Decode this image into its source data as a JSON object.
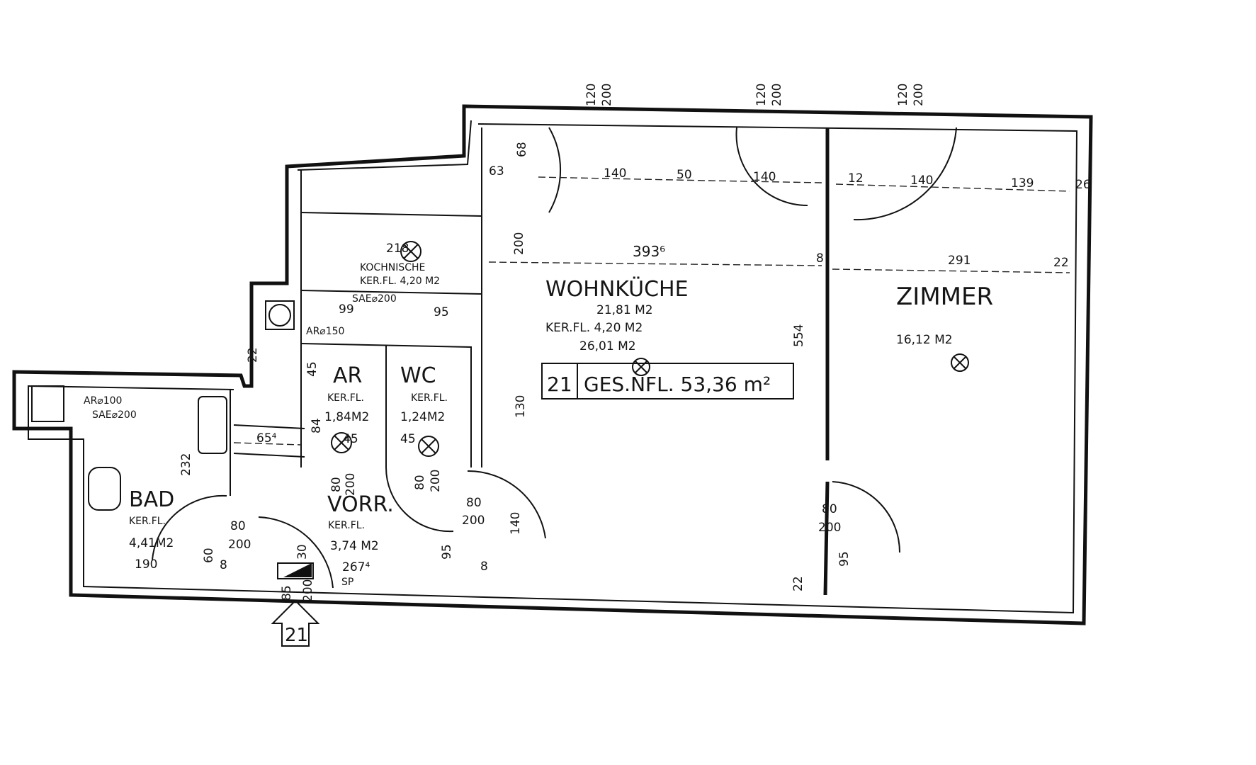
{
  "plan": {
    "unit_number": "21",
    "total_label": "GES.NFL. 53,36 m²",
    "entrance_label": "21",
    "colors": {
      "ink": "#111111",
      "paper": "#ffffff"
    }
  },
  "rooms": {
    "wohnkueche": {
      "name": "WOHNKÜCHE",
      "area": "21,81 M2",
      "floor": "KER.FL.  4,20 M2",
      "total": "26,01 M2"
    },
    "zimmer": {
      "name": "ZIMMER",
      "area": "16,12 M2"
    },
    "kochnische": {
      "name": "KOCHNISCHE",
      "floor": "KER.FL. 4,20 M2"
    },
    "ar": {
      "name": "AR",
      "floor": "KER.FL.",
      "area": "1,84M2"
    },
    "wc": {
      "name": "WC",
      "floor": "KER.FL.",
      "area": "1,24M2"
    },
    "bad": {
      "name": "BAD",
      "floor": "KER.FL.",
      "area": "4,41M2",
      "dim": "190"
    },
    "vorr": {
      "name": "VORR.",
      "floor": "KER.FL.",
      "area": "3,74 M2",
      "dim": "267⁴"
    }
  },
  "dims": [
    "140",
    "50",
    "140",
    "12",
    "140",
    "139",
    "26",
    "393⁶",
    "291",
    "22",
    "8",
    "554",
    "200",
    "130",
    "140",
    "95",
    "8",
    "80",
    "200",
    "80",
    "200",
    "95",
    "22",
    "120",
    "200",
    "120",
    "200",
    "120",
    "200",
    "63",
    "68",
    "218",
    "99",
    "95",
    "SAE⌀200",
    "AR⌀150",
    "AR⌀100",
    "SAE⌀200",
    "65⁴",
    "84",
    "232",
    "80",
    "200",
    "60",
    "8",
    "45",
    "45",
    "80",
    "200",
    "80",
    "200",
    "30",
    "85",
    "200",
    "SP",
    "22",
    "45"
  ]
}
